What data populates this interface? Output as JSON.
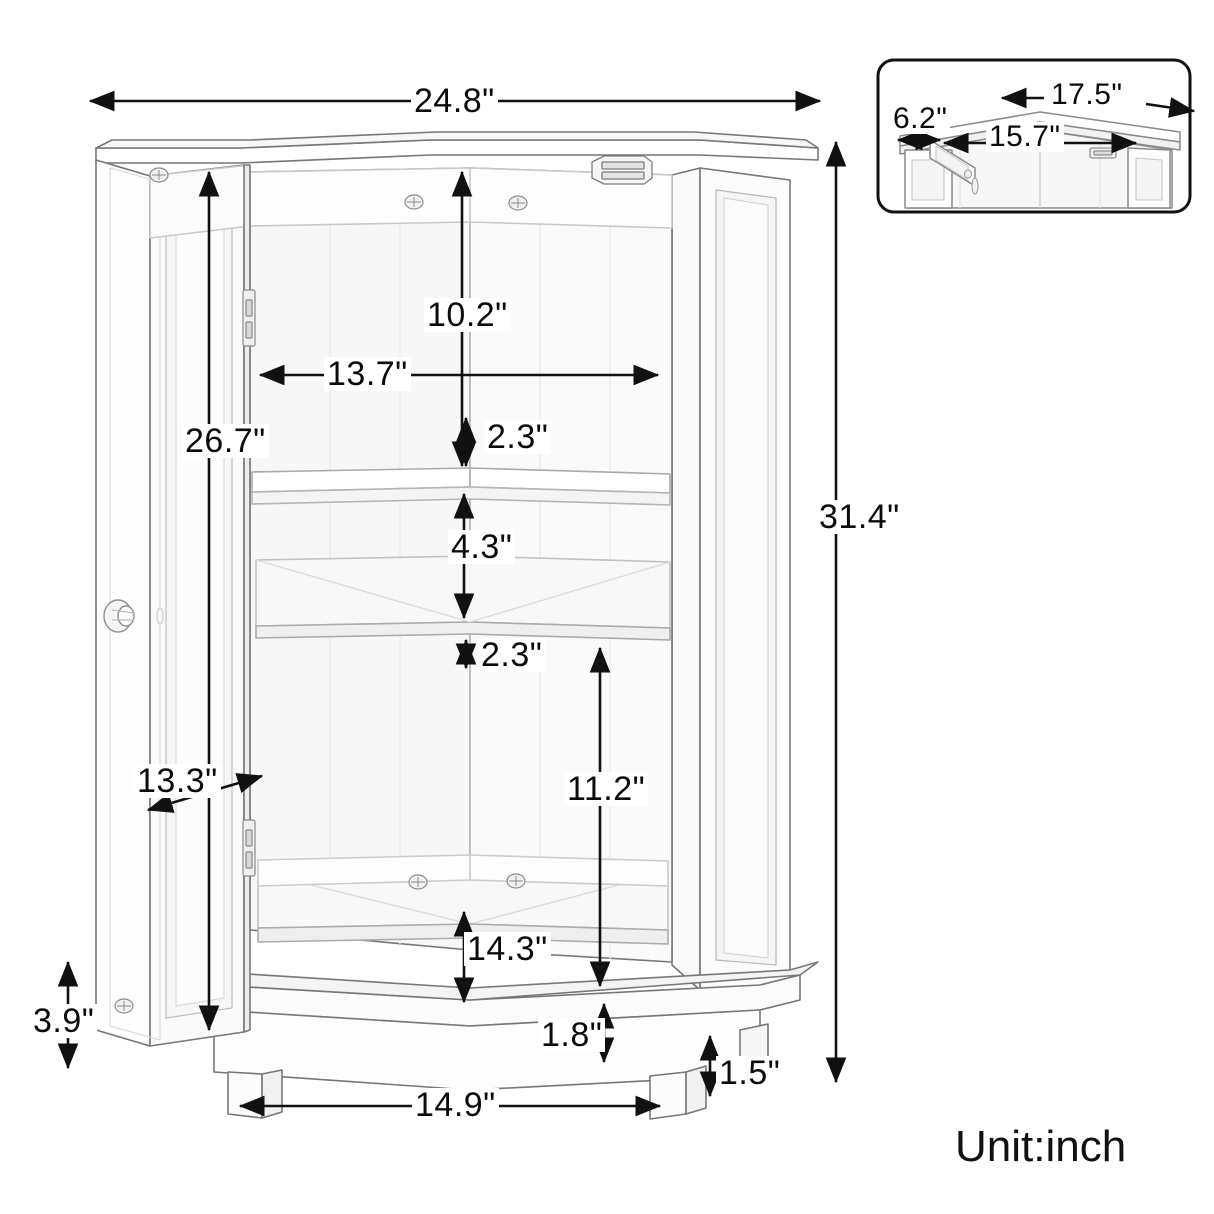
{
  "drawing": {
    "title": "Corner cabinet dimension drawing",
    "unit_label": "Unit:inch",
    "line_color": "#111111",
    "outline_color": "#6f6f6f",
    "panel_fill": "#fbfbfb",
    "shade_fill": "#f2f2f2"
  },
  "main_view": {
    "name": "front-elevation",
    "dimensions": {
      "overall_width": "24.8\"",
      "overall_height": "31.4\"",
      "door_height": "26.7\"",
      "interior_width": "13.7\"",
      "upper_compartment_height": "10.2\"",
      "shelf_thickness_top": "2.3\"",
      "middle_compartment_height": "4.3\"",
      "shelf_thickness_bottom": "2.3\"",
      "lower_compartment_height": "11.2\"",
      "lower_interior_height": "14.3\"",
      "door_depth": "13.3\"",
      "base_clearance": "3.9\"",
      "base_rail_height": "1.8\"",
      "foot_height": "1.5\"",
      "base_width": "14.9\""
    }
  },
  "inset_view": {
    "name": "top-view",
    "dimensions": {
      "side_depth": "6.2\"",
      "front_face": "15.7\"",
      "top_span": "17.5\""
    }
  },
  "labels": [
    {
      "id": "overall-width",
      "text": "24.8\""
    },
    {
      "id": "upper-compartment",
      "text": "10.2\""
    },
    {
      "id": "interior-width",
      "text": "13.7\""
    },
    {
      "id": "door-height",
      "text": "26.7\""
    },
    {
      "id": "shelf-gap-top",
      "text": "2.3\""
    },
    {
      "id": "middle-compartment",
      "text": "4.3\""
    },
    {
      "id": "shelf-gap-bottom",
      "text": "2.3\""
    },
    {
      "id": "overall-height",
      "text": "31.4\""
    },
    {
      "id": "lower-compartment",
      "text": "11.2\""
    },
    {
      "id": "door-depth",
      "text": "13.3\""
    },
    {
      "id": "lower-interior",
      "text": "14.3\""
    },
    {
      "id": "base-clearance",
      "text": "3.9\""
    },
    {
      "id": "base-rail",
      "text": "1.8\""
    },
    {
      "id": "foot-height",
      "text": "1.5\""
    },
    {
      "id": "base-width",
      "text": "14.9\""
    },
    {
      "id": "inset-side-depth",
      "text": "6.2\""
    },
    {
      "id": "inset-front-face",
      "text": "15.7\""
    },
    {
      "id": "inset-top-span",
      "text": "17.5\""
    }
  ]
}
